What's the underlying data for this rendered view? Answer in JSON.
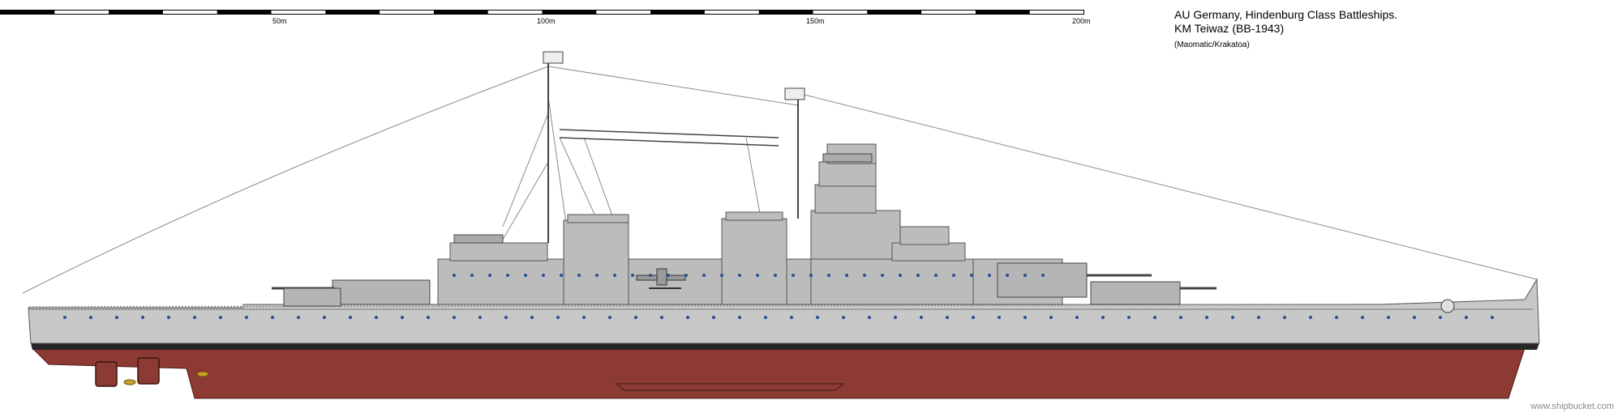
{
  "scale": {
    "labels": [
      "50m",
      "100m",
      "150m",
      "200m"
    ]
  },
  "caption": {
    "line1": "AU Germany, Hindenburg Class Battleships.",
    "line2": "KM Teiwaz (BB-1943)",
    "line3": "(Maomatic/Krakatoa)"
  },
  "watermark": "www.shipbucket.com",
  "colors": {
    "hull_grey": "#c8c8c8",
    "hull_red": "#8c3a33",
    "boot_top": "#262626",
    "superstructure": "#bcbcbc",
    "porthole_blue": "#2a4f9a"
  }
}
